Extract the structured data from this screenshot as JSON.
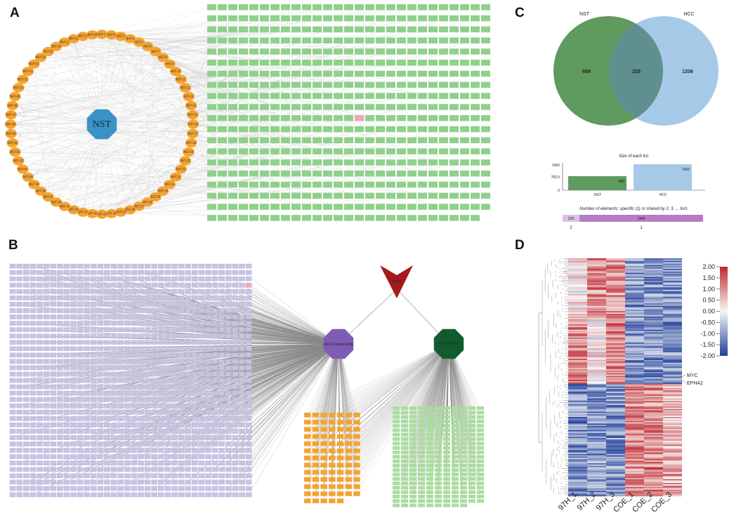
{
  "panel_labels": {
    "a": "A",
    "b": "B",
    "c": "C",
    "d": "D"
  },
  "panel_a": {
    "hub_label": "NST",
    "ring_label_prefix": "NST-",
    "ring_count": 60,
    "grid_cols": 27,
    "grid_rows": 20,
    "colors": {
      "ring": "#f5a431",
      "hub": "#3a93c6",
      "grid": "#8fd18b",
      "highlight": "#f2a4b8",
      "edge": "#b9b9b9"
    }
  },
  "panel_b": {
    "hub_label": "HCC",
    "genecards_label": "HCC-GeneCards",
    "omim_label": "HCC-OMIM",
    "colors": {
      "hub": "#a6191c",
      "genecards": "#7f5bb5",
      "omim": "#115c2f",
      "genecards_grid": "#c6c3e3",
      "shared_grid": "#f5a431",
      "omim_grid": "#a9dd9f",
      "edge": "#8a8a8a"
    }
  },
  "panel_c": {
    "venn": {
      "set_a_label": "NST",
      "set_b_label": "HCC",
      "only_a": "609",
      "shared": "229",
      "only_b": "1336",
      "colors": {
        "a": "#5f9a5e",
        "b": "#a7c9e8",
        "overlap": "#5f8f8e"
      }
    },
    "size_chart": {
      "title": "Size of each list",
      "ticks": [
        "1565",
        "782.5",
        "0"
      ],
      "bars": [
        {
          "label": "NST",
          "value": "838"
        },
        {
          "label": "HCC",
          "value": "1565"
        }
      ]
    },
    "elements_chart": {
      "title": "Number of elements: specific (1) or shared by 2, 3, ... lists",
      "segments": [
        {
          "label": "2",
          "value": "229"
        },
        {
          "label": "1",
          "value": "1945"
        }
      ]
    }
  },
  "panel_d": {
    "columns": [
      "97H_1",
      "97H_2",
      "97H_3",
      "COE_1",
      "COE_2",
      "COE_3"
    ],
    "gene_labels": [
      "MYC",
      "EPHA2"
    ],
    "colorbar_ticks": [
      "2.00",
      "1.50",
      "1.00",
      "0.50",
      "0.00",
      "-0.50",
      "-1.00",
      "-1.50",
      "-2.00"
    ],
    "colors": {
      "high": "#c1272d",
      "mid": "#f7f7f7",
      "low": "#1f3f9a"
    }
  }
}
